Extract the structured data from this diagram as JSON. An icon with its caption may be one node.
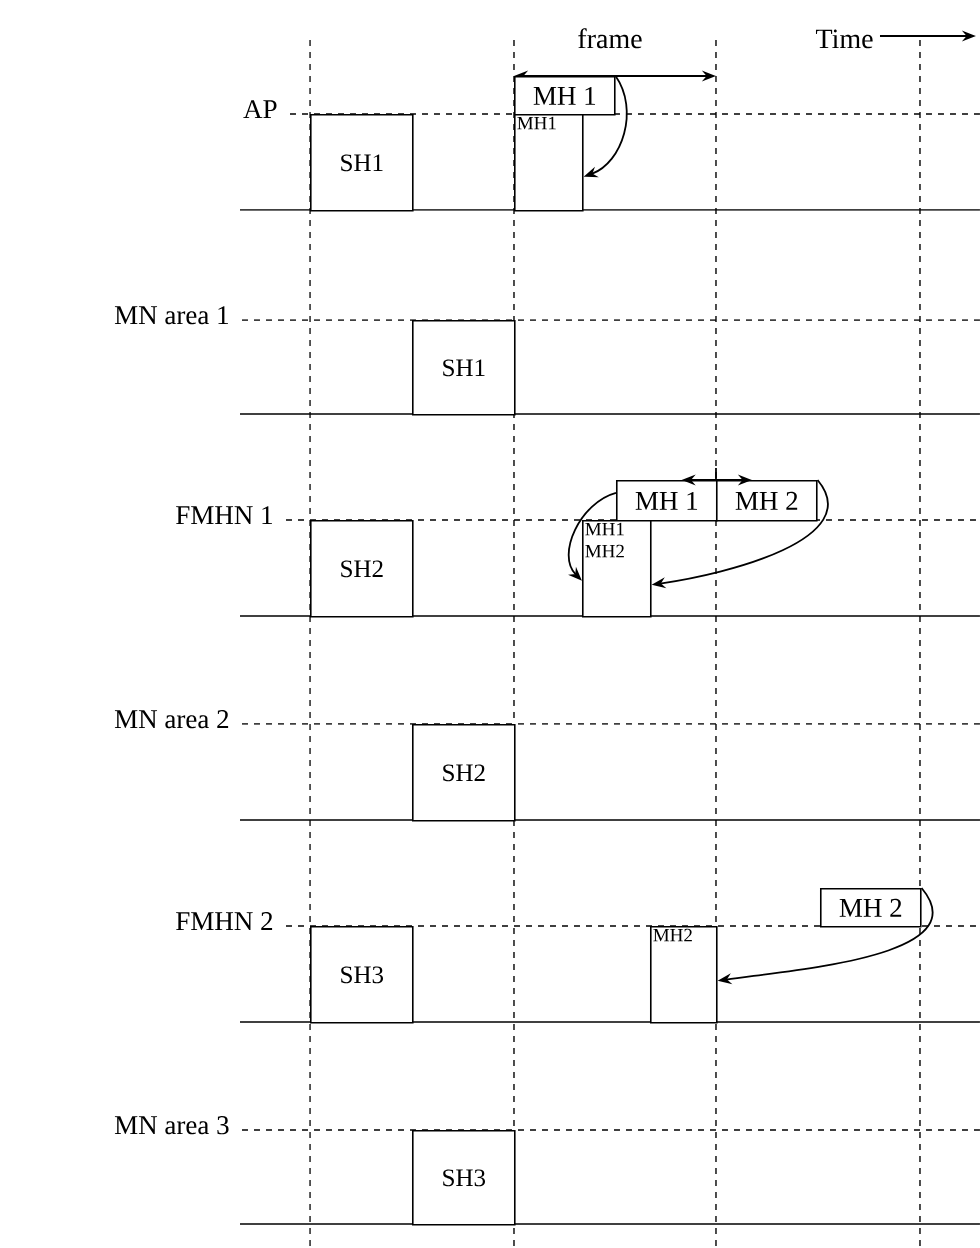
{
  "diagram": {
    "nodes": [
      {
        "text": [
          "SH1"
        ]
      },
      {
        "text": [
          "MH 1"
        ]
      },
      {
        "text": [
          "MH1"
        ]
      },
      {
        "text": [
          "SH1"
        ]
      },
      {
        "text": [
          "MH 1"
        ]
      },
      {
        "text": [
          "MH 2"
        ]
      },
      {
        "text": [
          "SH2"
        ]
      },
      {
        "text": [
          "MH1 MH2"
        ]
      },
      {
        "text": [
          "SH2"
        ]
      },
      {
        "text": [
          "MH 2"
        ]
      },
      {
        "text": [
          "SH3"
        ]
      },
      {
        "text": [
          "MH2"
        ]
      },
      {
        "text": [
          "SH3"
        ]
      }
    ],
    "edges": [
      {
        "from": 1,
        "to": 2,
        "arrow": "to"
      },
      {
        "from": 4,
        "to": 7,
        "arrow": "to"
      },
      {
        "from": 5,
        "to": 7,
        "arrow": "to"
      },
      {
        "from": 9,
        "to": 11,
        "arrow": "to"
      },
      {
        "from": 4,
        "to": 5,
        "arrow": "both"
      }
    ],
    "labels": [
      "frame",
      "Time",
      "AP",
      "MN area 1",
      "FMHN 1",
      "MN area 2",
      "FMHN 2",
      "MN area 3"
    ]
  }
}
